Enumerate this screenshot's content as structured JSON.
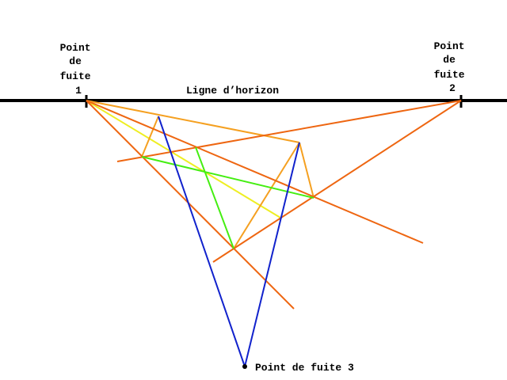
{
  "labels": {
    "vp1": [
      "Point",
      "de",
      "fuite",
      "1"
    ],
    "vp2": [
      "Point",
      "de",
      "fuite",
      "2"
    ],
    "vp3": "Point de fuite 3",
    "horizon": "Ligne d’horizon"
  },
  "colors": {
    "horizon": "#000000",
    "orange_dark": "#ee6611",
    "orange_light": "#f5a020",
    "yellow": "#eeee22",
    "green": "#44ee11",
    "blue": "#1122cc"
  }
}
